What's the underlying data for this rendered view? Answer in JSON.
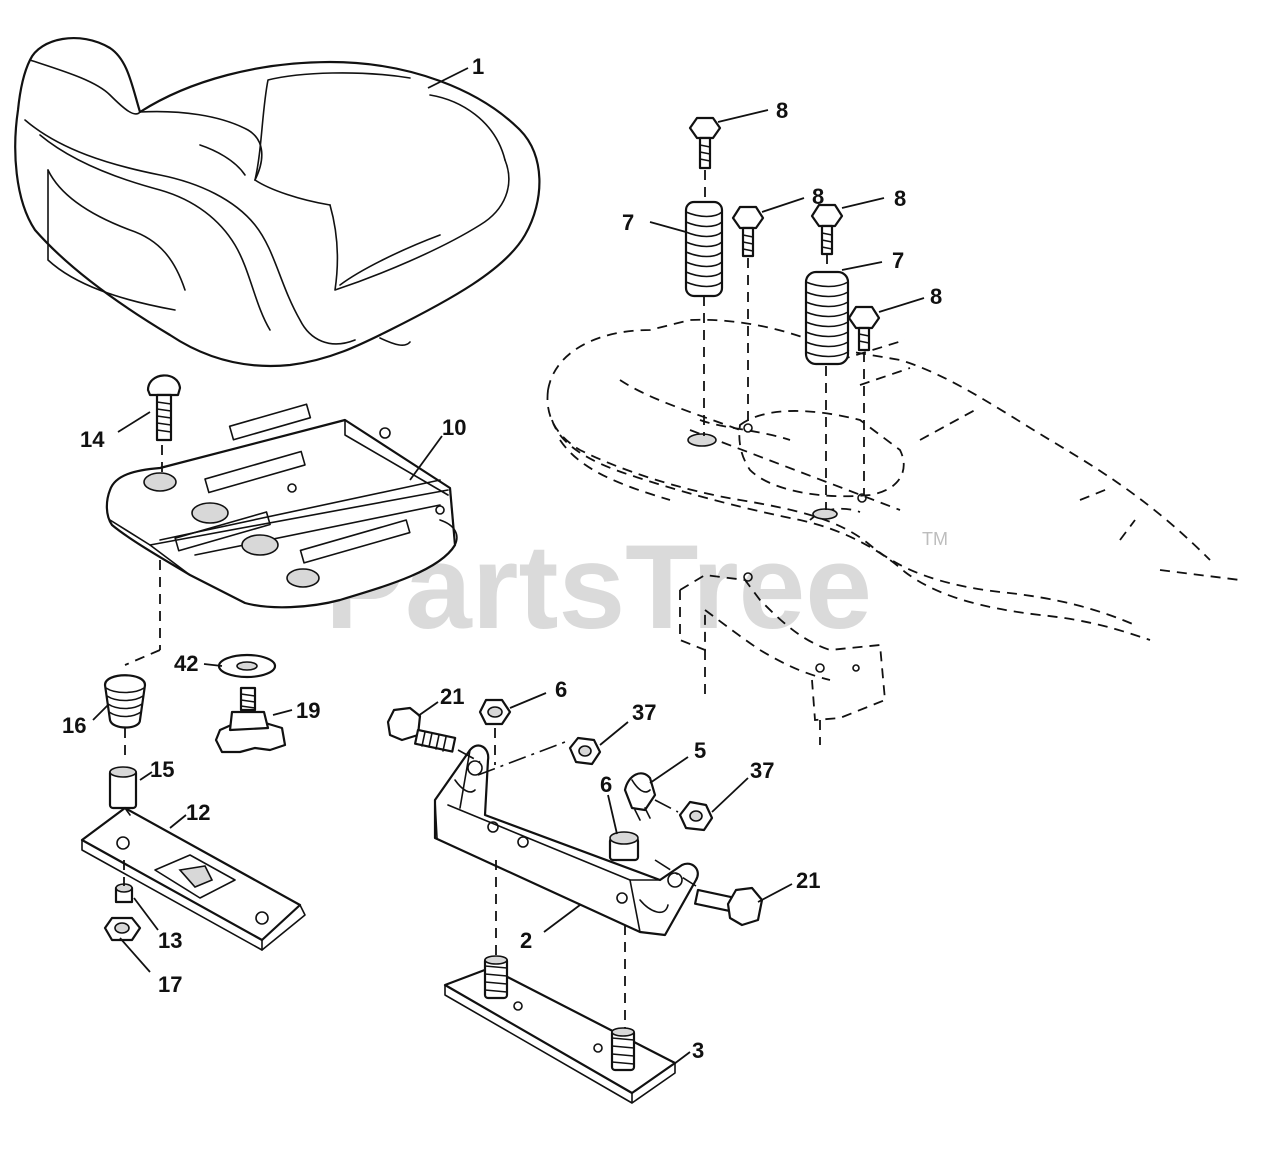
{
  "watermark": {
    "text": "PartsTree",
    "trademark": "TM"
  },
  "callouts": {
    "c1": "1",
    "c2": "2",
    "c3": "3",
    "c5": "5",
    "c6a": "6",
    "c6b": "6",
    "c7a": "7",
    "c7b": "7",
    "c8a": "8",
    "c8b": "8",
    "c8c": "8",
    "c8d": "8",
    "c10": "10",
    "c12": "12",
    "c13": "13",
    "c14": "14",
    "c15": "15",
    "c16": "16",
    "c17": "17",
    "c19": "19",
    "c21a": "21",
    "c21b": "21",
    "c37a": "37",
    "c37b": "37",
    "c42": "42"
  }
}
